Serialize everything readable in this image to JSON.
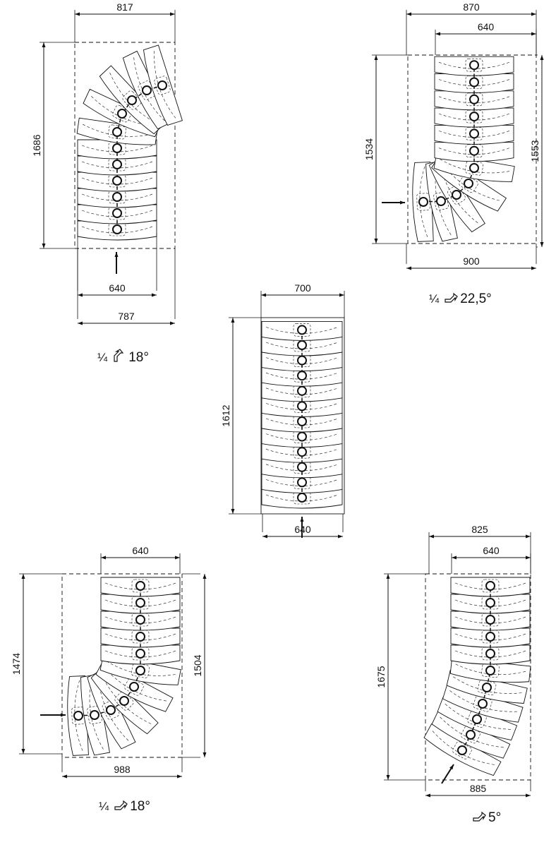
{
  "diagrams": [
    {
      "id": "quarter-turn-left-18",
      "dims": {
        "top": [
          "817"
        ],
        "left": "1686",
        "bottom": [
          "640",
          "787"
        ]
      },
      "caption": {
        "fraction": "¼",
        "icon": "stair-turn-icon",
        "angle": "18°"
      }
    },
    {
      "id": "quarter-turn-right-22-5",
      "dims": {
        "top": [
          "870",
          "640"
        ],
        "left": "1534",
        "right": "1553",
        "bottom": [
          "900"
        ]
      },
      "caption": {
        "fraction": "¼",
        "icon": "stair-turn-icon",
        "angle": "22,5°"
      }
    },
    {
      "id": "straight",
      "dims": {
        "top": [
          "700"
        ],
        "left": "1612",
        "bottom": [
          "640"
        ]
      },
      "caption": null
    },
    {
      "id": "quarter-turn-right-18",
      "dims": {
        "top": [
          "640"
        ],
        "left": "1474",
        "right": "1504",
        "bottom": [
          "988"
        ]
      },
      "caption": {
        "fraction": "¼",
        "icon": "stair-turn-icon",
        "angle": "18°"
      }
    },
    {
      "id": "turn-5",
      "dims": {
        "top": [
          "825",
          "640"
        ],
        "left": "1675",
        "bottom": [
          "885"
        ]
      },
      "caption": {
        "fraction": "",
        "icon": "stair-turn-icon",
        "angle": "5°"
      }
    }
  ],
  "colors": {
    "line": "#111111",
    "background": "#ffffff"
  }
}
